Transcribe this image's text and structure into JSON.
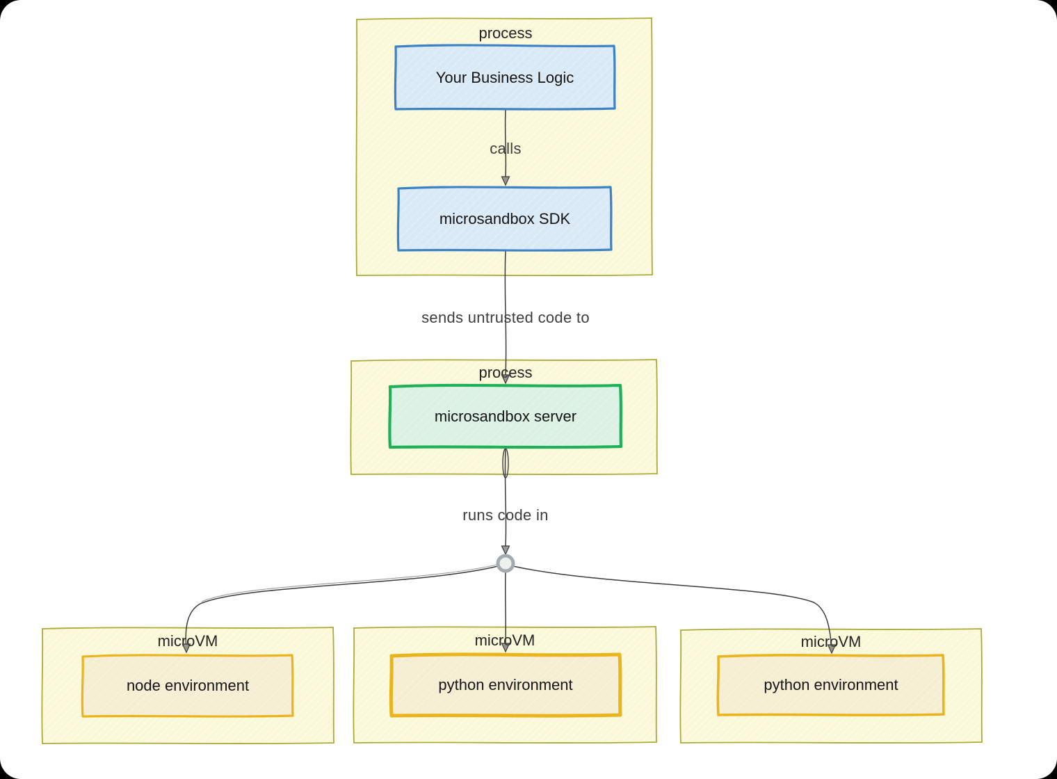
{
  "diagram": {
    "clusters": [
      {
        "label": "process"
      },
      {
        "label": "process"
      },
      {
        "label": "microVM"
      },
      {
        "label": "microVM"
      },
      {
        "label": "microVM"
      }
    ],
    "nodes": [
      {
        "label": "Your Business Logic"
      },
      {
        "label": "microsandbox SDK"
      },
      {
        "label": "microsandbox server"
      },
      {
        "label": "node environment"
      },
      {
        "label": "python environment"
      },
      {
        "label": "python environment"
      }
    ],
    "edges": [
      {
        "label": "calls"
      },
      {
        "label": "sends untrusted code to"
      },
      {
        "label": "runs code in"
      }
    ],
    "colors": {
      "cluster_fill": "#fbf8d7",
      "cluster_border": "#abab3a",
      "blue_fill": "#d9e9f6",
      "blue_border": "#3d82c4",
      "green_fill": "#daf1e3",
      "green_border": "#1eb15a",
      "tan_fill": "#f6eed2",
      "gold_border": "#eab41f",
      "edge_stroke": "#3b3b3b",
      "junction_ring": "#a2abb1",
      "junction_fill": "#eef0ed",
      "hatch_line": "#ffffff"
    }
  }
}
